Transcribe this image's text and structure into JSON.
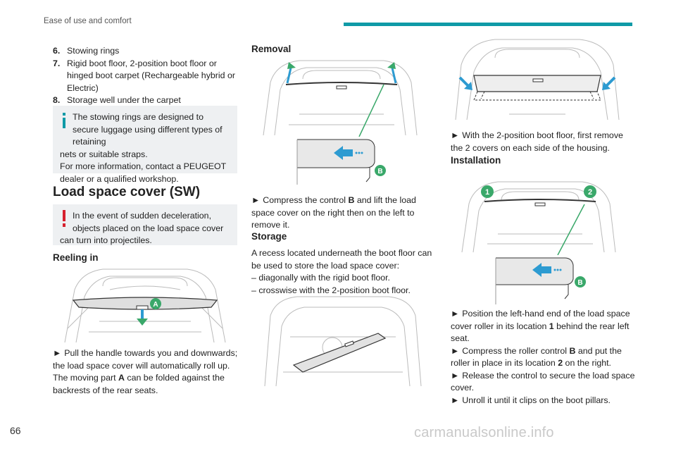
{
  "header": {
    "title": "Ease of use and comfort",
    "accent_color": "#0f9aa7"
  },
  "page_number": "66",
  "watermark": "carmanualsonline.info",
  "column1": {
    "list": [
      {
        "num": "6.",
        "text": "Stowing rings"
      },
      {
        "num": "7.",
        "text": "Rigid boot floor, 2-position boot floor or hinged boot carpet (Rechargeable hybrid or Electric)"
      },
      {
        "num": "8.",
        "text": "Storage well under the carpet"
      }
    ],
    "info_note": {
      "icon": "info-icon",
      "line1": "The stowing rings are designed to secure luggage using different types of retaining",
      "line2": "nets or suitable straps.",
      "line3": "For more information, contact a PEUGEOT dealer or a qualified workshop."
    },
    "section_title": "Load space cover (SW)",
    "warning_note": {
      "icon": "warning-icon",
      "line1": "In the event of sudden deceleration, objects placed on the load space cover",
      "line2": "can turn into projectiles."
    },
    "reeling_title": "Reeling in",
    "reeling_label_a": "A",
    "reeling_arrow": "►",
    "reeling_p1": "Pull the handle towards you and downwards; the load space cover will automatically roll up.",
    "reeling_p2a": "The moving part ",
    "reeling_p2b": "A",
    "reeling_p2c": " can be folded against the backrests of the rear seats."
  },
  "column2": {
    "removal_title": "Removal",
    "removal_label_b": "B",
    "removal_arrow": "►",
    "removal_p1a": "Compress the control ",
    "removal_p1b": "B",
    "removal_p1c": " and lift the load space cover on the right then on the left to remove it.",
    "storage_title": "Storage",
    "storage_p1": "A recess located underneath the boot floor can be used to store the load space cover:",
    "storage_items": [
      "– diagonally with the rigid boot floor.",
      "– crosswise with the 2-position boot floor."
    ]
  },
  "column3": {
    "covers_arrow": "►",
    "covers_text": "With the 2-position boot floor, first remove the 2 covers on each side of the housing.",
    "installation_title": "Installation",
    "install_label_1": "1",
    "install_label_2": "2",
    "install_label_b": "B",
    "install_steps": [
      {
        "arrow": "►",
        "a": "Position the left-hand end of the load space cover roller in its location ",
        "b": "1",
        "c": " behind the rear left seat."
      },
      {
        "arrow": "►",
        "a": "Compress the roller control ",
        "b": "B",
        "c": " and put the roller in place in its location ",
        "d": "2",
        "e": " on the right."
      },
      {
        "arrow": "►",
        "a": "Release the control to secure the load space cover.",
        "b": "",
        "c": ""
      },
      {
        "arrow": "►",
        "a": "Unroll it until it clips on the boot pillars.",
        "b": "",
        "c": ""
      }
    ]
  },
  "colors": {
    "teal": "#0f9aa7",
    "warning": "#d6212e",
    "note_bg": "#eef0f2",
    "callout_green": "#3aa86a"
  }
}
